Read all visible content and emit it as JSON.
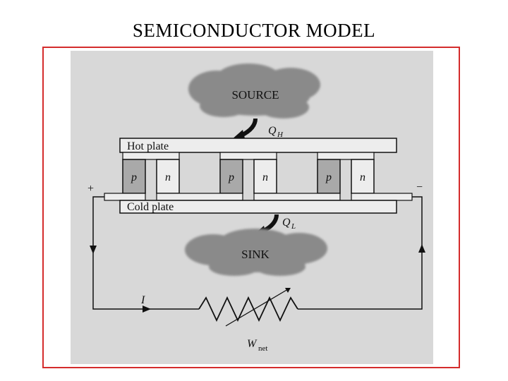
{
  "title": "SEMICONDUCTOR MODEL",
  "colors": {
    "frame_border": "#d42c2c",
    "scan_background": "#d8d8d8",
    "plate_fill": "#ededed",
    "semiconductor_fill": "#a9a9a9",
    "cloud_fill": "#8a8a8a",
    "ink": "#111111"
  },
  "diagram": {
    "source_label": "SOURCE",
    "sink_label": "SINK",
    "hot_plate_label": "Hot plate",
    "cold_plate_label": "Cold plate",
    "q_h": {
      "symbol": "Q",
      "subscript": "H"
    },
    "q_l": {
      "symbol": "Q",
      "subscript": "L"
    },
    "current_label": "I",
    "work": {
      "symbol": "W",
      "subscript": "net"
    },
    "terminal_plus": "+",
    "terminal_minus": "−",
    "elements": [
      {
        "type": "p",
        "label": "p"
      },
      {
        "type": "n",
        "label": "n"
      },
      {
        "type": "p",
        "label": "p"
      },
      {
        "type": "n",
        "label": "n"
      },
      {
        "type": "p",
        "label": "p"
      },
      {
        "type": "n",
        "label": "n"
      }
    ],
    "icons": [
      "curved-arrow-icon",
      "resistor-icon",
      "arrowhead-icon"
    ]
  }
}
